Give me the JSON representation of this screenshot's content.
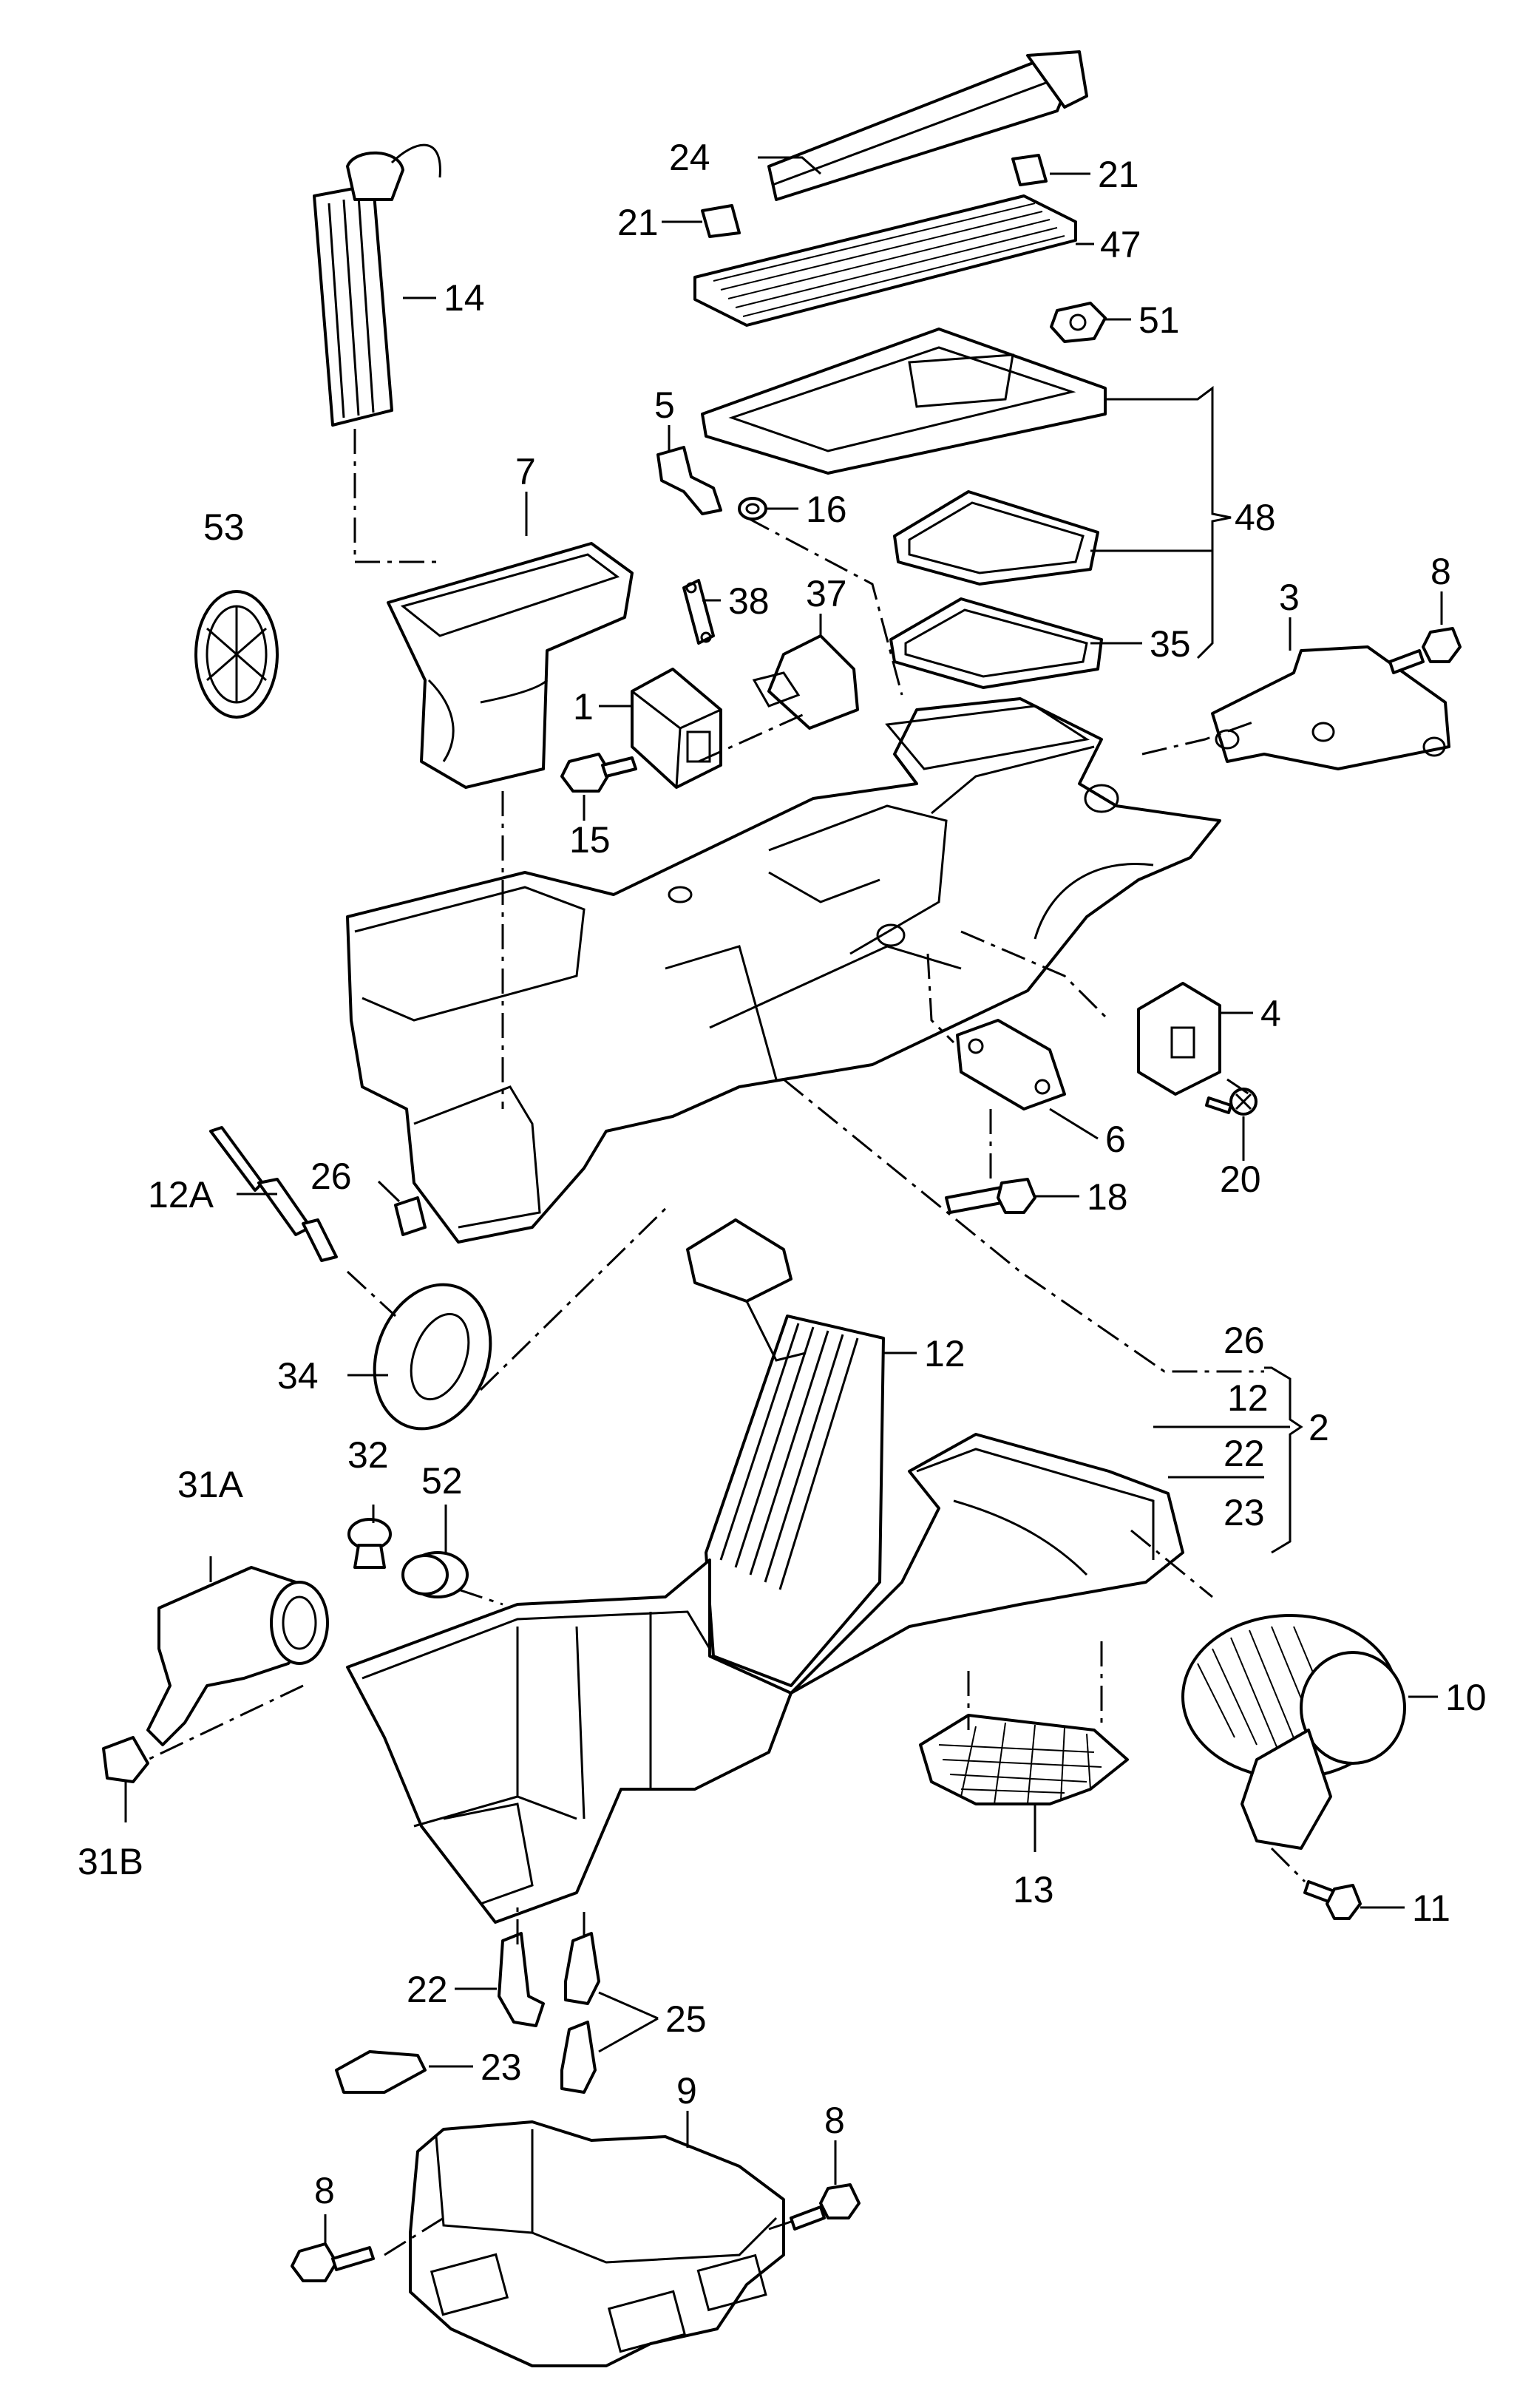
{
  "callouts": {
    "c24": "24",
    "c21a": "21",
    "c21b": "21",
    "c47": "47",
    "c14": "14",
    "c51": "51",
    "c5": "5",
    "c48": "48",
    "c16": "16",
    "c7": "7",
    "c53": "53",
    "c38": "38",
    "c37": "37",
    "c35": "35",
    "c8a": "8",
    "c3": "3",
    "c1": "1",
    "c15": "15",
    "c4": "4",
    "c26a": "26",
    "c6": "6",
    "c20": "20",
    "c12a": "12A",
    "c18": "18",
    "c12a_s": "12",
    "c34": "34",
    "c26b": "26",
    "c12b": "12",
    "c22a": "22",
    "c2": "2",
    "c23a": "23",
    "c31a": "31A",
    "c32": "32",
    "c52": "52",
    "c10": "10",
    "c31b": "31B",
    "c13": "13",
    "c11": "11",
    "c22b": "22",
    "c25": "25",
    "c23b": "23",
    "c9": "9",
    "c8b": "8",
    "c8c": "8"
  }
}
